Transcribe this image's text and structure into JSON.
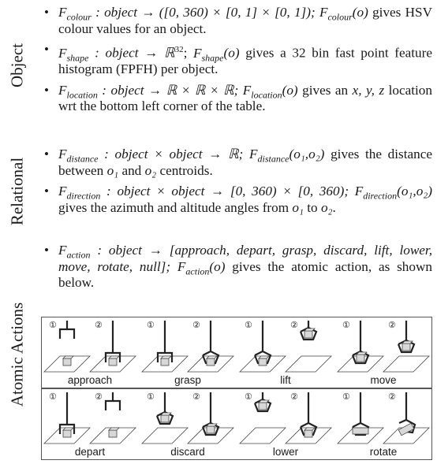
{
  "sections": {
    "object": "Object",
    "relational": "Relational",
    "atomic": "Atomic Actions"
  },
  "items": {
    "colour": {
      "sig_sub": "colour",
      "sig_dom": " : object → ([0, 360) × [0, 1] × [0, 1]); ",
      "call_sub": "colour",
      "call_arg": "(o)",
      "desc": "gives HSV colour values for an object."
    },
    "shape": {
      "sig_sub": "shape",
      "sig_dom": " : object → ℝ",
      "sig_sup": "32",
      "sep": "; ",
      "call_sub": "shape",
      "call_arg": "(o)",
      "desc": " gives a 32 bin fast point feature histogram (FPFH) per object."
    },
    "location": {
      "sig_sub": "location",
      "sig_dom": " : object → ℝ × ℝ × ℝ; ",
      "call_sub": "location",
      "call_arg": "(o)",
      "desc1": " gives an ",
      "xyz": "x, y, z",
      "desc2": " location wrt the bottom left corner of the table."
    },
    "distance": {
      "sig_sub": "distance",
      "sig_dom": " : object × object → ℝ; ",
      "call_sub": "distance",
      "call_arg": "(o₁,o₂)",
      "desc1": " gives the distance between ",
      "o1": "o₁",
      "and": " and ",
      "o2": "o₂",
      "desc2": " centroids."
    },
    "direction": {
      "sig_sub": "direction",
      "sig_dom": " : object × object → [0, 360) × [0, 360); ",
      "call_sub": "direction",
      "call_arg": "(o₁,o₂)",
      "desc1": " gives the azimuth and altitude angles from ",
      "o1": "o₁",
      "to": " to ",
      "o2": "o₂",
      "end": "."
    },
    "action": {
      "sig_sub": "action",
      "sig_dom": " : object → [approach, depart, grasp, discard, lift, lower, move, rotate, null]; ",
      "call_sub": "action",
      "call_arg": "(o)",
      "desc": " gives the atomic action, as shown below."
    }
  },
  "figure": {
    "step1": "①",
    "step2": "②",
    "row1": [
      "approach",
      "grasp",
      "lift",
      "move"
    ],
    "row2": [
      "depart",
      "discard",
      "lower",
      "rotate"
    ]
  }
}
